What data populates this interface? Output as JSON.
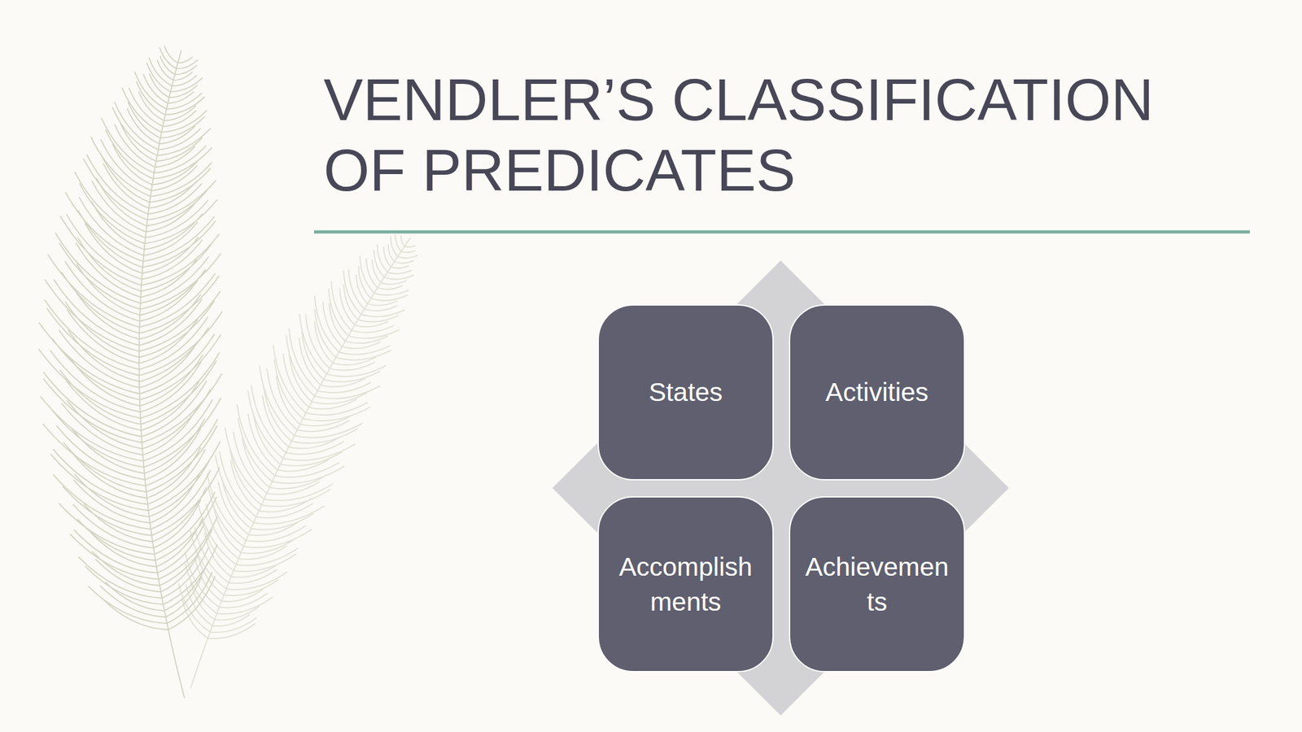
{
  "diagram": {
    "title": "VENDLER’S CLASSIFICATION OF PREDICATES",
    "nodes": [
      {
        "text": [
          "States"
        ]
      },
      {
        "text": [
          "Activities"
        ]
      },
      {
        "text": [
          "Accomplishments"
        ]
      },
      {
        "text": [
          "Achievements"
        ]
      }
    ]
  }
}
